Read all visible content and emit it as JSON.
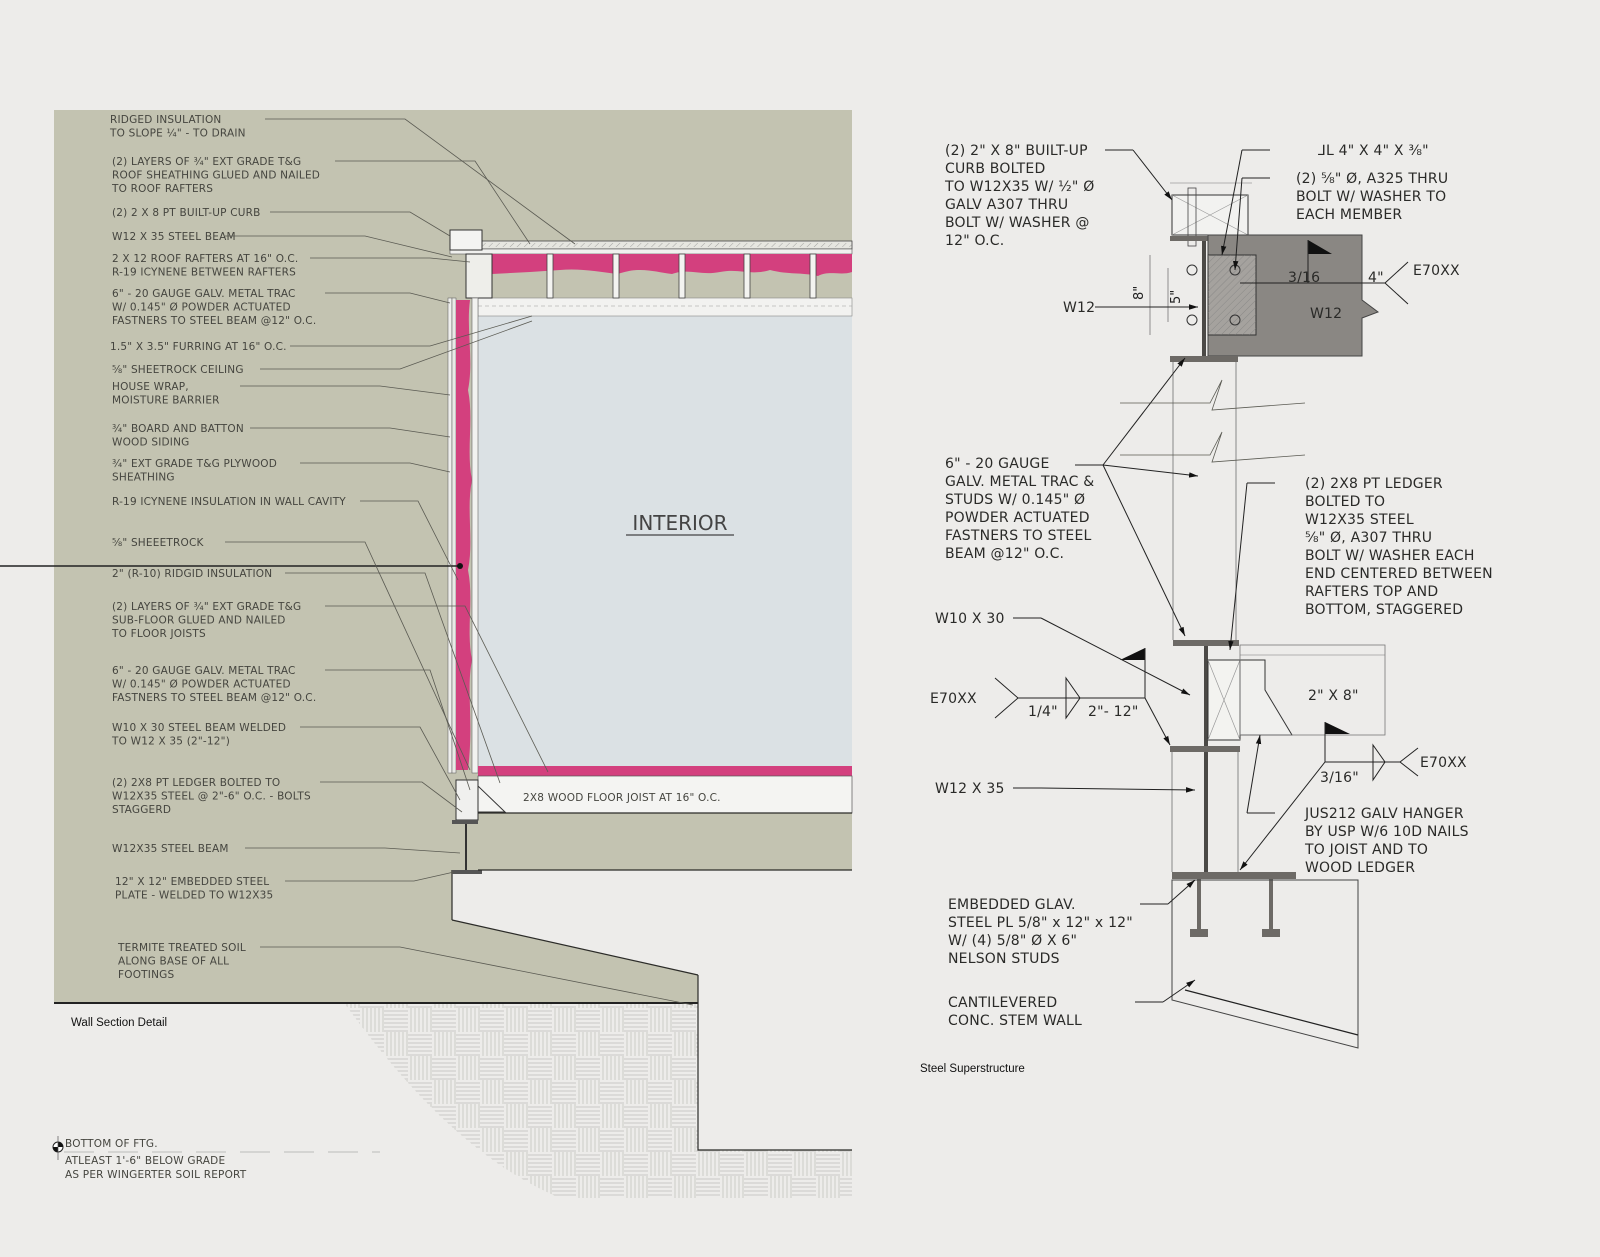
{
  "figures": {
    "left_caption": "Wall Section Detail",
    "right_caption": "Steel Superstructure"
  },
  "colors": {
    "concrete": "#c3c3b1",
    "insulation": "#d3407e",
    "interior": "#dbe1e4",
    "background": "#edecea",
    "steel": "#8a8783"
  },
  "wall_section": {
    "room_label": "INTERIOR",
    "floor_joist_label": "2X8 WOOD FLOOR JOIST AT 16\" O.C.",
    "callouts": [
      {
        "lines": [
          "RIDGED INSULATION",
          "TO SLOPE ¼\" - TO DRAIN"
        ]
      },
      {
        "lines": [
          "(2) LAYERS OF ¾\" EXT GRADE T&G",
          "ROOF SHEATHING GLUED AND NAILED",
          "TO ROOF RAFTERS"
        ]
      },
      {
        "lines": [
          "(2) 2 X 8 PT BUILT-UP CURB"
        ]
      },
      {
        "lines": [
          "W12 X 35 STEEL BEAM"
        ]
      },
      {
        "lines": [
          "2 X 12 ROOF RAFTERS AT 16\" O.C.",
          "R-19 ICYNENE BETWEEN RAFTERS"
        ]
      },
      {
        "lines": [
          "6\" - 20 GAUGE GALV. METAL TRAC",
          "W/ 0.145\" Ø POWDER ACTUATED",
          "FASTNERS TO STEEL BEAM @12\" O.C."
        ]
      },
      {
        "lines": [
          "1.5\" X 3.5\" FURRING AT 16\" O.C."
        ]
      },
      {
        "lines": [
          "⅝\" SHEETROCK CEILING"
        ]
      },
      {
        "lines": [
          "HOUSE WRAP,",
          "MOISTURE BARRIER"
        ]
      },
      {
        "lines": [
          "¾\" BOARD AND BATTON",
          "WOOD SIDING"
        ]
      },
      {
        "lines": [
          "¾\" EXT GRADE T&G PLYWOOD",
          "SHEATHING"
        ]
      },
      {
        "lines": [
          "R-19 ICYNENE INSULATION IN WALL CAVITY"
        ]
      },
      {
        "lines": [
          "⅝\" SHEEETROCK"
        ]
      },
      {
        "lines": [
          "2\" (R-10) RIDGID INSULATION"
        ]
      },
      {
        "lines": [
          "(2) LAYERS OF ¾\" EXT GRADE T&G",
          "SUB-FLOOR GLUED AND NAILED",
          "TO FLOOR  JOISTS"
        ]
      },
      {
        "lines": [
          "6\" - 20 GAUGE GALV. METAL TRAC",
          "W/ 0.145\" Ø POWDER ACTUATED",
          "FASTNERS TO STEEL BEAM @12\" O.C."
        ]
      },
      {
        "lines": [
          "W10 X 30 STEEL BEAM WELDED",
          "TO W12 X 35 (2\"-12\")"
        ]
      },
      {
        "lines": [
          "(2) 2X8 PT LEDGER BOLTED TO",
          "W12X35 STEEL @ 2\"-6\" O.C. - BOLTS",
          "STAGGERD"
        ]
      },
      {
        "lines": [
          "W12X35 STEEL BEAM"
        ]
      },
      {
        "lines": [
          "12\" X 12\" EMBEDDED STEEL",
          "PLATE - WELDED TO W12X35"
        ]
      },
      {
        "lines": [
          "TERMITE TREATED SOIL",
          "ALONG BASE OF ALL",
          "FOOTINGS"
        ]
      }
    ],
    "footing_note": [
      "BOTTOM OF FTG.",
      "ATLEAST 1'-6\" BELOW GRADE",
      "AS PER WINGERTER SOIL REPORT"
    ]
  },
  "steel_detail": {
    "callouts": [
      {
        "lines": [
          "(2) 2\" X 8\" BUILT-UP",
          "CURB BOLTED",
          "TO W12X35 W/ ½\" Ø",
          "GALV A307 THRU",
          "BOLT W/ WASHER @",
          "12\" O.C."
        ]
      },
      {
        "lines": [
          "⅃L  4\" X 4\" X ⅜\""
        ]
      },
      {
        "lines": [
          "(2) ⅝\" Ø, A325 THRU",
          "BOLT W/ WASHER TO",
          "EACH MEMBER"
        ]
      },
      {
        "lines": [
          "6\" - 20 GAUGE",
          "GALV. METAL TRAC &",
          "STUDS W/ 0.145\" Ø",
          "POWDER ACTUATED",
          "FASTNERS TO STEEL",
          "BEAM @12\" O.C."
        ]
      },
      {
        "lines": [
          "(2) 2X8 PT LEDGER",
          "BOLTED TO",
          "W12X35 STEEL",
          "⅝\" Ø, A307 THRU",
          "BOLT W/ WASHER EACH",
          "END CENTERED BETWEEN",
          "RAFTERS TOP AND",
          "BOTTOM, STAGGERED"
        ]
      },
      {
        "lines": [
          "W10 X 30"
        ]
      },
      {
        "lines": [
          "W12 X 35"
        ]
      },
      {
        "lines": [
          "JUS212 GALV HANGER",
          "BY USP W/6 10D NAILS",
          "TO JOIST AND  TO",
          "WOOD LEDGER"
        ]
      },
      {
        "lines": [
          "EMBEDDED GLAV.",
          "STEEL PL 5/8\" x 12\" x 12\"",
          "W/ (4) 5/8\" Ø X 6\"",
          "NELSON STUDS"
        ]
      },
      {
        "lines": [
          "CANTILEVERED",
          "CONC. STEM WALL"
        ]
      }
    ],
    "member_labels": {
      "w12_left": "W12",
      "w12_beam": "W12",
      "joist": "2\" X 8\"",
      "dim_8": "8\"",
      "dim_5": "5\""
    },
    "welds": [
      {
        "electrode": "E70XX",
        "size": "3/16",
        "length": "4\""
      },
      {
        "electrode": "E70XX",
        "size": "1/4\"",
        "pitch": "2\"- 12\""
      },
      {
        "electrode": "E70XX",
        "size": "3/16\""
      }
    ]
  }
}
